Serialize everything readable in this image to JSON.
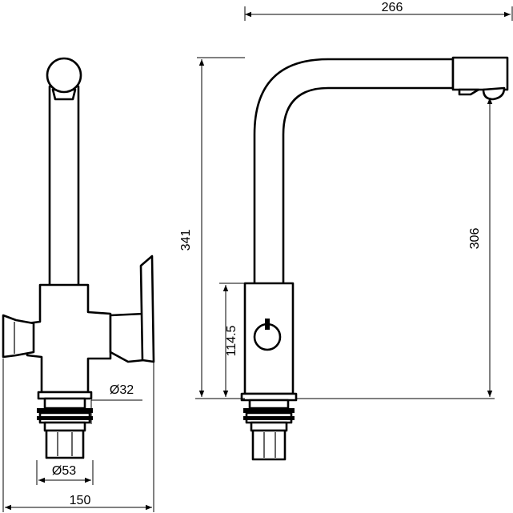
{
  "drawing": {
    "dimensions": {
      "top_width": "266",
      "front_height": "341",
      "side_height": "306",
      "lever_height": "114.5",
      "base_diameter": "Ø32",
      "thread_diameter": "Ø53",
      "bottom_width": "150"
    }
  },
  "colors": {
    "line": "#000000",
    "background": "#ffffff"
  }
}
